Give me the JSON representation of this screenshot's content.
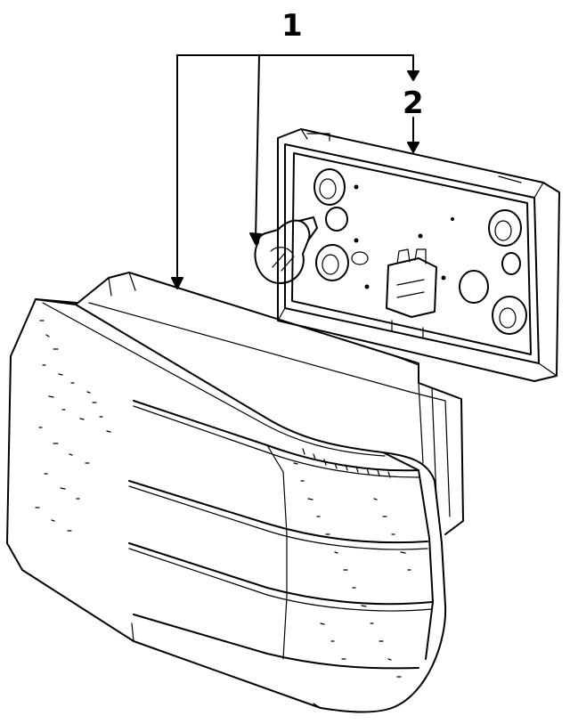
{
  "callouts": [
    {
      "id": "1",
      "label": "1"
    },
    {
      "id": "2",
      "label": "2"
    }
  ],
  "parts": {
    "lens": "tail-lamp-lens",
    "bulb_holder": "bulb-holder-plate"
  },
  "colors": {
    "line": "#000000",
    "background": "#ffffff"
  }
}
